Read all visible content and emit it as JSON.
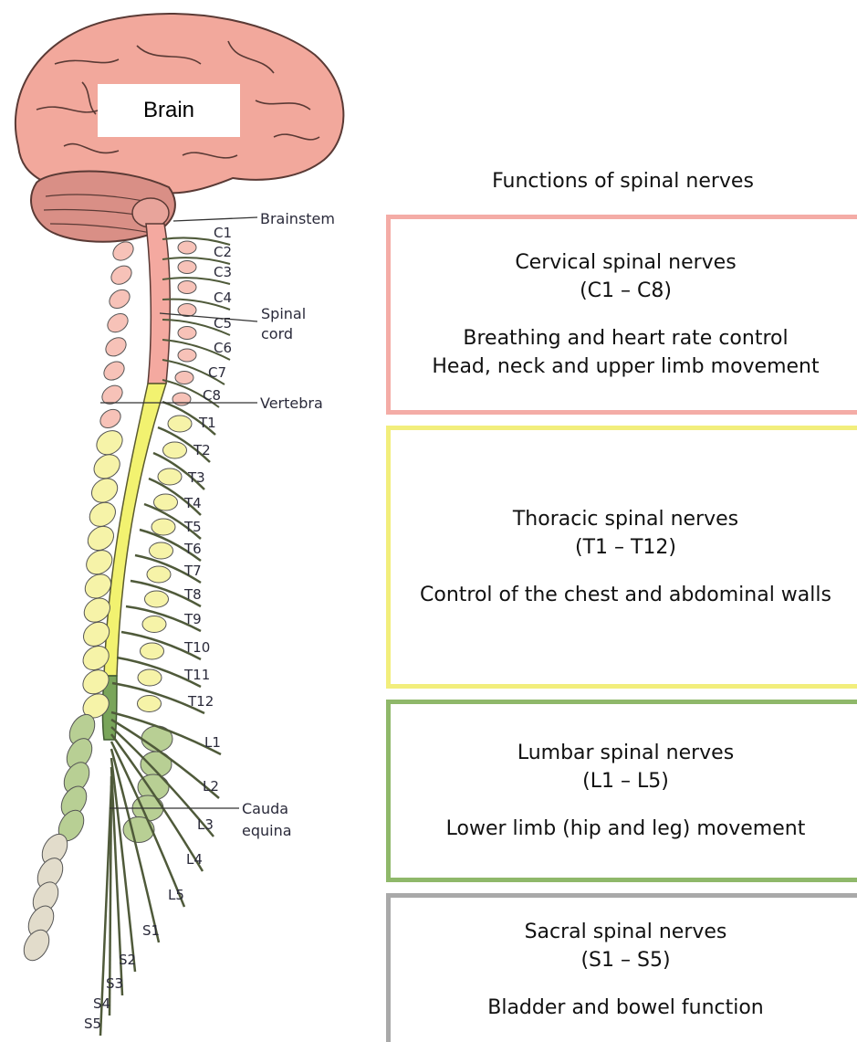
{
  "diagram": {
    "brain_label": "Brain",
    "labels": {
      "brainstem": "Brainstem",
      "spinal_cord_1": "Spinal",
      "spinal_cord_2": "cord",
      "vertebra": "Vertebra",
      "cauda_1": "Cauda",
      "cauda_2": "equina"
    },
    "nerves": [
      "C1",
      "C2",
      "C3",
      "C4",
      "C5",
      "C6",
      "C7",
      "C8",
      "T1",
      "T2",
      "T3",
      "T4",
      "T5",
      "T6",
      "T7",
      "T8",
      "T9",
      "T10",
      "T11",
      "T12",
      "L1",
      "L2",
      "L3",
      "L4",
      "L5",
      "S1",
      "S2",
      "S3",
      "S4",
      "S5"
    ],
    "colors": {
      "brain": "#f2a89c",
      "cervical": "#f7c2b8",
      "thoracic": "#f6f3a8",
      "cord_thoracic": "#f2f270",
      "lumbar": "#b8cf94",
      "sacral": "#e2dccb",
      "nerve": "#4f5a3a"
    }
  },
  "panel": {
    "title": "Functions of spinal nerves",
    "regions": [
      {
        "name": "Cervical spinal nerves",
        "range": "(C1 – C8)",
        "functions": [
          "Breathing and heart rate control",
          "Head, neck and upper limb movement"
        ],
        "color": "#f4aca6"
      },
      {
        "name": "Thoracic spinal nerves",
        "range": "(T1 – T12)",
        "functions": [
          "Control of the chest and abdominal walls"
        ],
        "color": "#f2ee7c"
      },
      {
        "name": "Lumbar spinal nerves",
        "range": "(L1 – L5)",
        "functions": [
          "Lower limb (hip and leg) movement"
        ],
        "color": "#8fb86a"
      },
      {
        "name": "Sacral spinal nerves",
        "range": "(S1 – S5)",
        "functions": [
          "Bladder and bowel function"
        ],
        "color": "#a9a9a9"
      }
    ]
  }
}
